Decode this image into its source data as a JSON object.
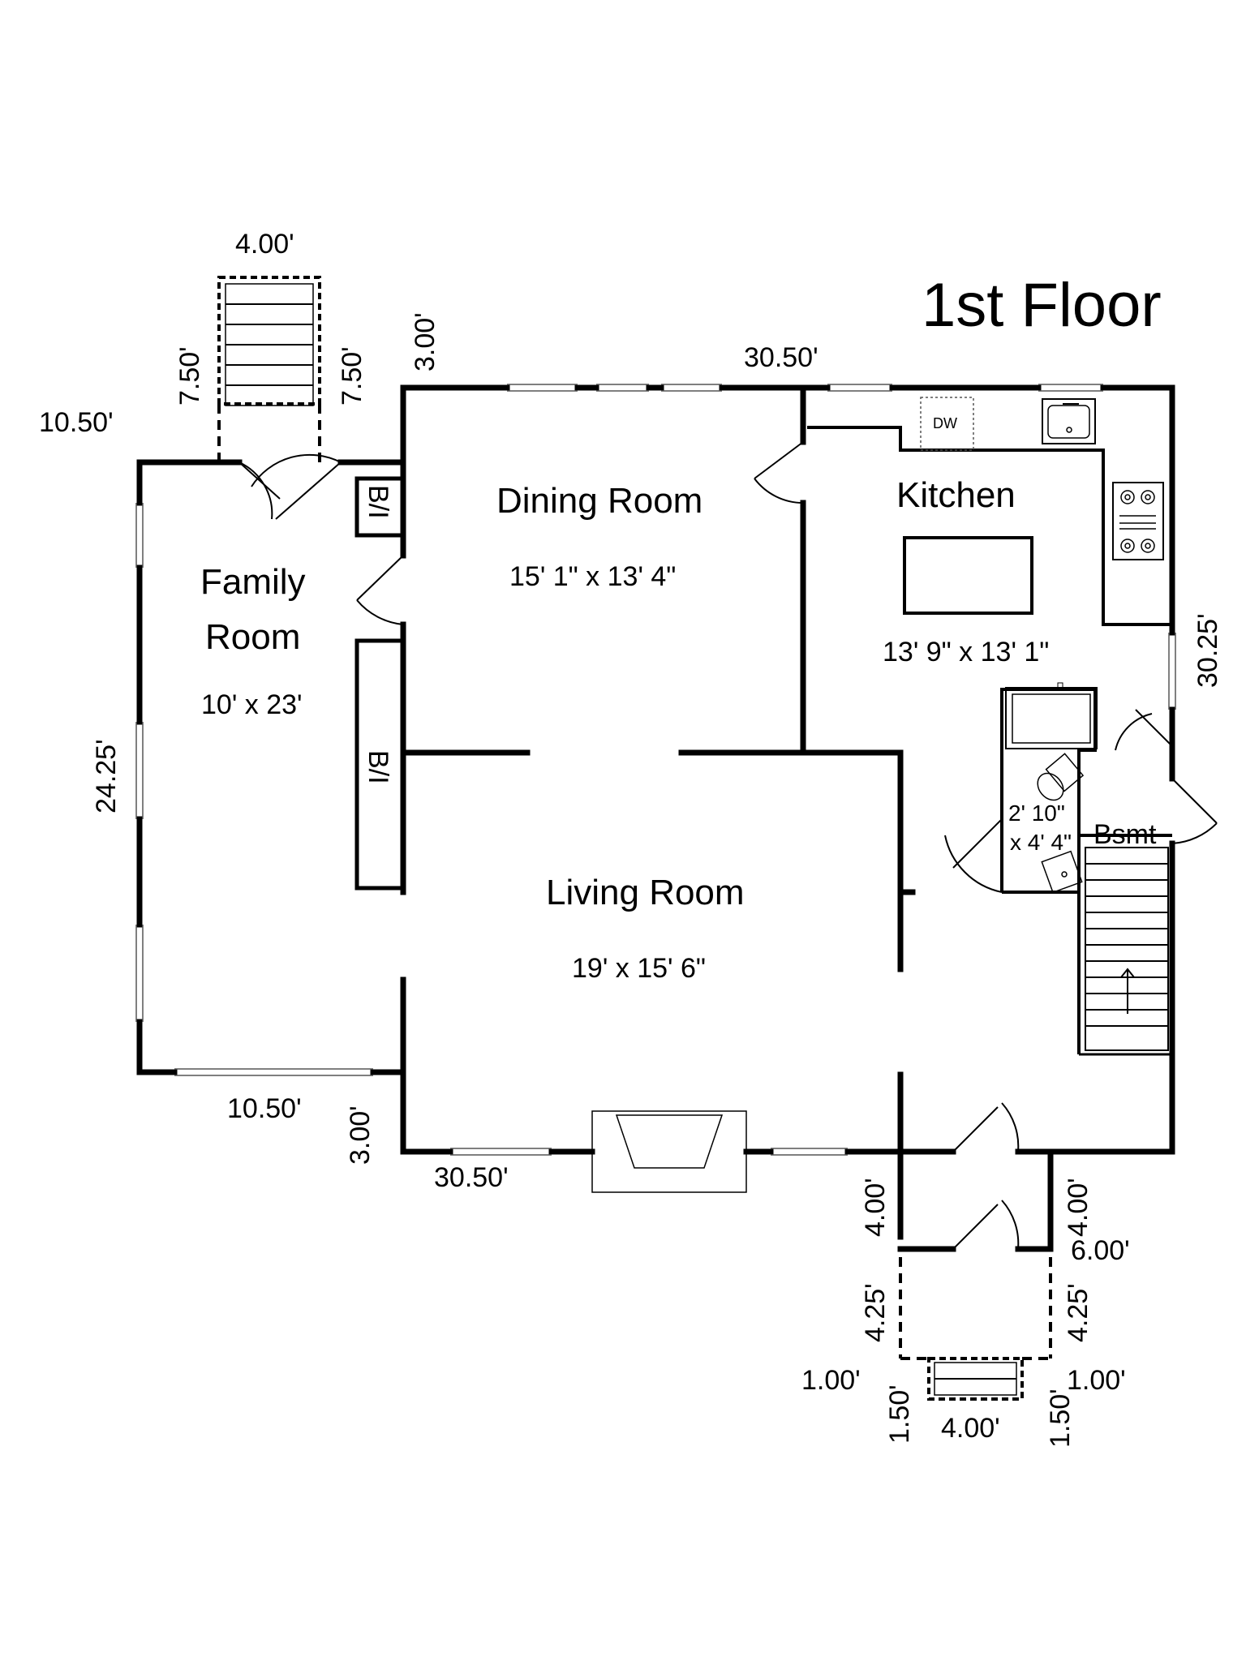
{
  "title": "1st Floor",
  "rooms": {
    "family": {
      "name_line1": "Family",
      "name_line2": "Room",
      "size": "10' x 23'"
    },
    "dining": {
      "name": "Dining Room",
      "size": "15' 1\" x 13' 4\""
    },
    "kitchen": {
      "name": "Kitchen",
      "size": "13' 9\" x 13' 1\""
    },
    "living": {
      "name": "Living Room",
      "size": "19' x 15' 6\""
    },
    "bath": {
      "size_line1": "2' 10\"",
      "size_line2": "x 4' 4\""
    },
    "basement": {
      "name": "Bsmt"
    }
  },
  "labels": {
    "builtin_upper": "B/I",
    "builtin_lower": "B/I",
    "dishwasher": "DW"
  },
  "dimensions": {
    "stair_top_width": "4.00'",
    "stair_left_side": "7.50'",
    "stair_right_side": "7.50'",
    "top_offset": "3.00'",
    "top_width": "30.50'",
    "family_top": "10.50'",
    "family_height": "24.25'",
    "right_height": "30.25'",
    "family_bottom": "10.50'",
    "bottom_offset": "3.00'",
    "bottom_width": "30.50'",
    "vest_left": "4.00'",
    "vest_right": "4.00'",
    "vest_width": "6.00'",
    "porch_left": "4.25'",
    "porch_right": "4.25'",
    "step_left": "1.00'",
    "step_right": "1.00'",
    "step_side_left": "1.50'",
    "step_side_right": "1.50'",
    "step_width": "4.00'"
  }
}
